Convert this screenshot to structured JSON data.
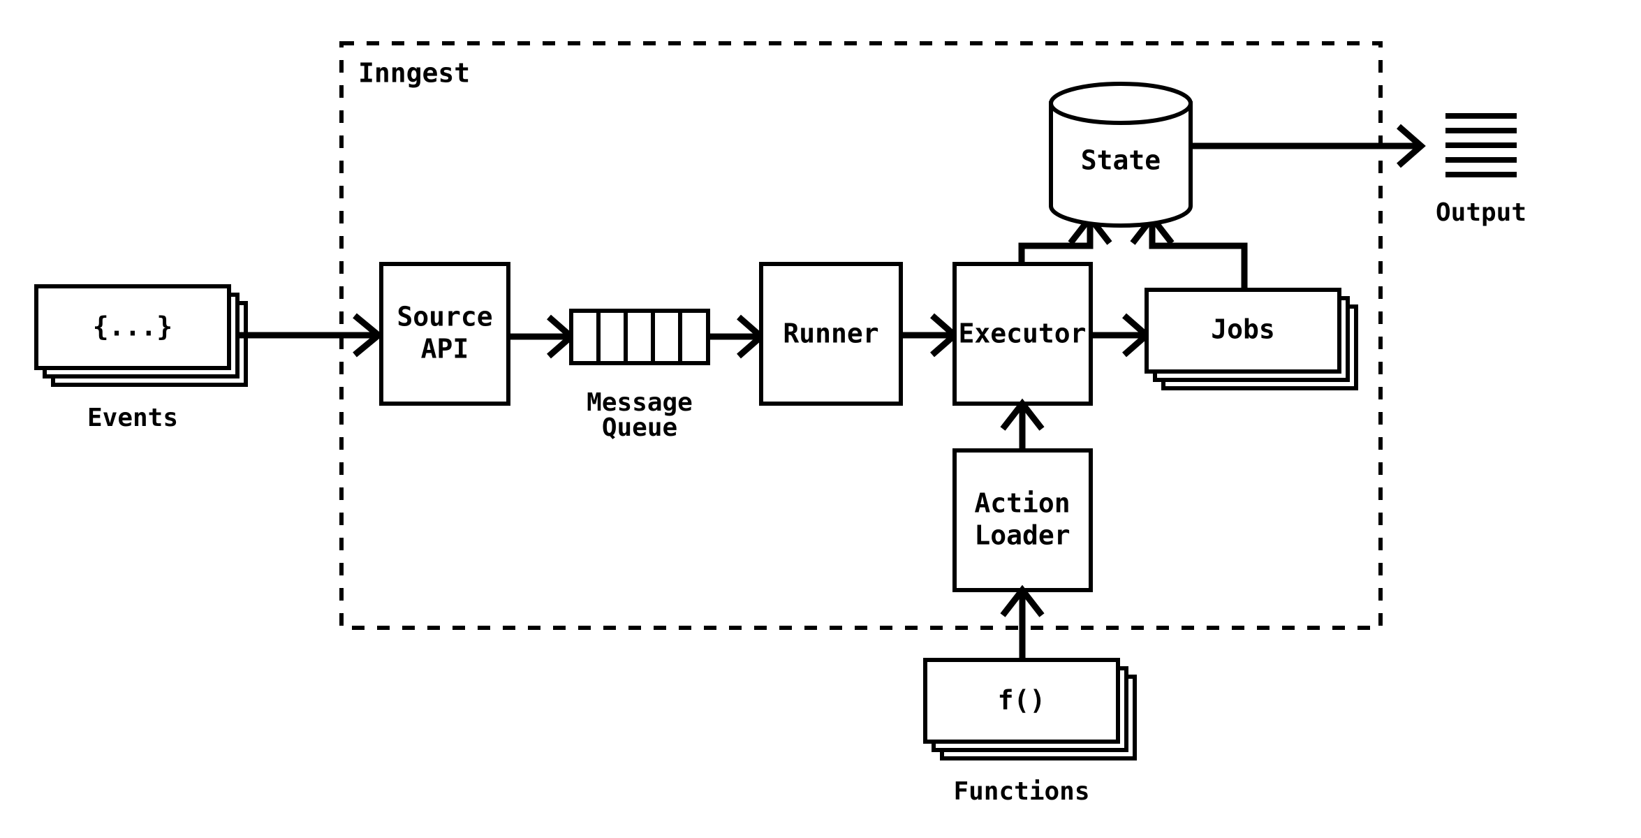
{
  "diagram": {
    "title": "Inngest architecture flow diagram",
    "colors": {
      "stroke": "#000000",
      "fill": "#ffffff",
      "background": "#ffffff"
    },
    "boundary": {
      "label": "Inngest",
      "style": "dashed"
    },
    "nodes": {
      "events": {
        "label": "{...}",
        "caption": "Events",
        "shape": "stacked-rect",
        "stack_count": 3
      },
      "source_api": {
        "label_line1": "Source",
        "label_line2": "API",
        "shape": "rect"
      },
      "message_queue": {
        "caption_line1": "Message",
        "caption_line2": "Queue",
        "shape": "queue",
        "cells": 5
      },
      "runner": {
        "label": "Runner",
        "shape": "rect"
      },
      "executor": {
        "label": "Executor",
        "shape": "rect"
      },
      "jobs": {
        "label": "Jobs",
        "shape": "stacked-rect",
        "stack_count": 3
      },
      "state": {
        "label": "State",
        "shape": "cylinder"
      },
      "output": {
        "caption": "Output",
        "shape": "lines-icon",
        "lines": 5
      },
      "action_loader": {
        "label_line1": "Action",
        "label_line2": "Loader",
        "shape": "rect"
      },
      "functions": {
        "label": "f()",
        "caption": "Functions",
        "shape": "stacked-rect",
        "stack_count": 3
      }
    },
    "edges": [
      {
        "from": "events",
        "to": "source_api",
        "arrow": true
      },
      {
        "from": "source_api",
        "to": "message_queue",
        "arrow": true
      },
      {
        "from": "message_queue",
        "to": "runner",
        "arrow": true
      },
      {
        "from": "runner",
        "to": "executor",
        "arrow": true
      },
      {
        "from": "executor",
        "to": "jobs",
        "arrow": true
      },
      {
        "from": "executor",
        "to": "state",
        "arrow": true
      },
      {
        "from": "jobs",
        "to": "state",
        "arrow": true
      },
      {
        "from": "state",
        "to": "output",
        "arrow": true
      },
      {
        "from": "action_loader",
        "to": "executor",
        "arrow": true
      },
      {
        "from": "functions",
        "to": "action_loader",
        "arrow": true
      }
    ]
  }
}
